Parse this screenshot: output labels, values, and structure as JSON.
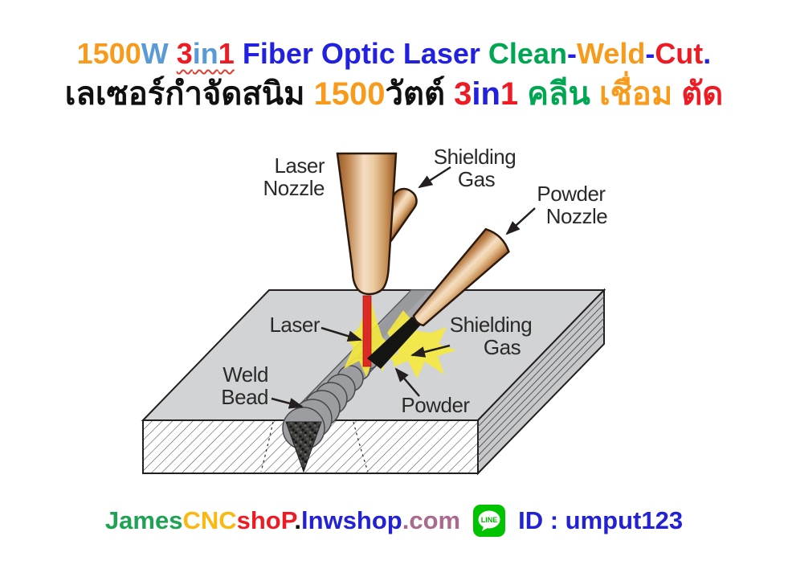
{
  "title": {
    "line1": [
      "1500",
      "W",
      " ",
      "3",
      "in",
      "1",
      " Fiber Optic Laser ",
      "Clean",
      "-",
      "Weld",
      "-",
      "Cut",
      "."
    ],
    "line2": [
      "เลเซอร์กำจัดสนิม ",
      "1500",
      "วัตต์ ",
      "3",
      "in",
      "1",
      " คลีน",
      " เชื่อม",
      " ตัด"
    ]
  },
  "diagram": {
    "labels": {
      "laser_nozzle": [
        "Laser",
        "Nozzle"
      ],
      "shielding_gas_top": [
        "Shielding",
        "Gas"
      ],
      "powder_nozzle": [
        "Powder",
        "Nozzle"
      ],
      "laser": "Laser",
      "shielding_gas_side": [
        "Shielding",
        "Gas"
      ],
      "weld_bead": [
        "Weld",
        "Bead"
      ],
      "powder": "Powder"
    }
  },
  "footer": {
    "site": [
      "James",
      "CNC",
      "shoP",
      ".",
      "lnwshop",
      ".com"
    ],
    "line_icon_label": "LINE",
    "id_text": "ID : umput123"
  },
  "colors": {
    "accent_orange": "#F89B1C",
    "accent_light_blue": "#5B9BD5",
    "accent_blue": "#2121DF",
    "accent_red": "#ED1C24",
    "accent_green": "#00A651",
    "footer_green": "#1FA254",
    "footer_gold": "#F9B812",
    "footer_blue": "#2222D4",
    "footer_mauve": "#A96A8E",
    "line_brand_green": "#00C300",
    "nozzle_copper": "#C68D55",
    "plate_gray": "#D2D3D5",
    "laser_beam_red": "#DC2A24",
    "glow_yellow": "#F5E93D"
  }
}
